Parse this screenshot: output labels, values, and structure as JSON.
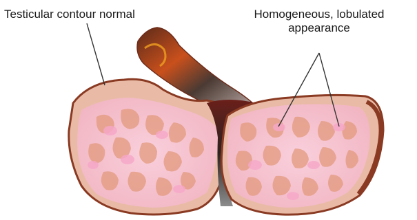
{
  "labels": {
    "left": "Testicular contour normal",
    "right_line1": "Homogeneous, lobulated",
    "right_line2": "appearance"
  },
  "colors": {
    "contour": "#8a3a22",
    "tunica": "#e7b7a0",
    "parenchyma": "#f6c3cf",
    "lobule": "#e39a7d",
    "lobule_pink": "#f4a9c6",
    "cord_dark": "#3b2a22",
    "cord_orange": "#d4541a",
    "leader_line": "#333333"
  }
}
